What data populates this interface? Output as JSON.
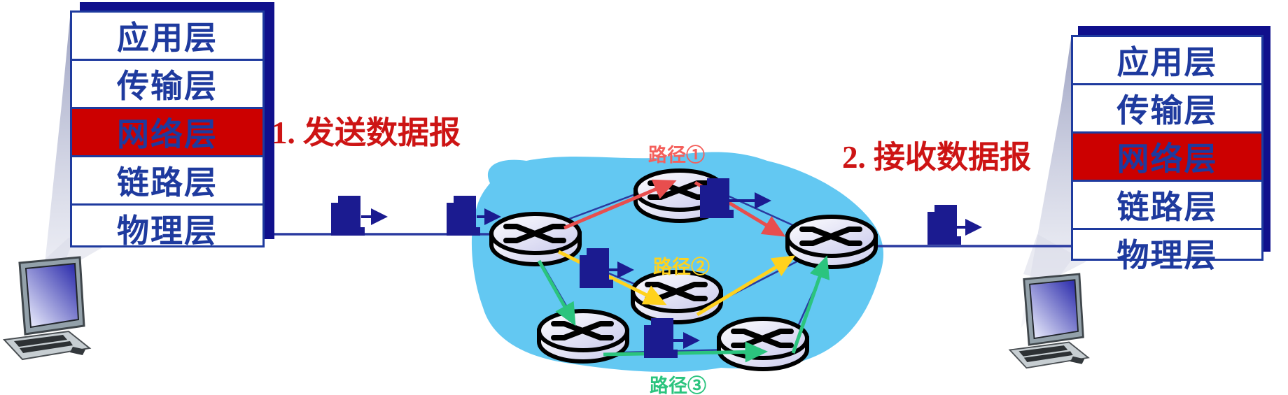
{
  "figure": {
    "description_tags": [
      "network-layer-datagram-forwarding-diagram"
    ],
    "annotations": {
      "send": "1. 发送数据报",
      "receive": "2. 接收数据报"
    },
    "stacks": {
      "left": {
        "rows": [
          "应用层",
          "传输层",
          "网络层",
          "链路层",
          "物理层"
        ],
        "highlighted_row": "网络层"
      },
      "right": {
        "rows": [
          "应用层",
          "传输层",
          "网络层",
          "链路层",
          "物理层"
        ],
        "highlighted_row": "网络层"
      }
    },
    "paths": [
      {
        "label": "路径①",
        "color": "#f4605c"
      },
      {
        "label": "路径②",
        "color": "#ffd21e"
      },
      {
        "label": "路径③",
        "color": "#2bc47e"
      }
    ],
    "colors": {
      "layer_text": "#1e3a9e",
      "highlight_bg": "#cc0000",
      "annotation_red": "#cd1414",
      "packet_navy": "#1b1b90",
      "link_line": "#2a3aa0",
      "cloud_blue": "#63c8f2",
      "shadow_navy": "#10108c"
    },
    "icons": {
      "router_count": 6,
      "packet_count": 6,
      "computer_count": 2
    }
  }
}
